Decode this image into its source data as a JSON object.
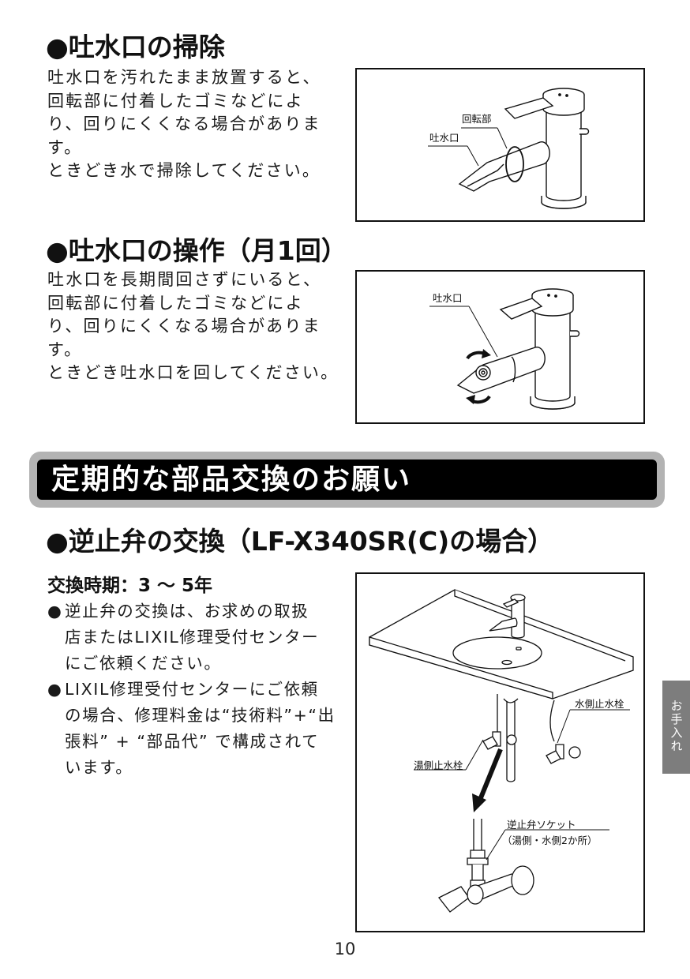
{
  "sections": [
    {
      "heading": "●吐水口の掃除",
      "body_lines": [
        "吐水口を汚れたまま放置すると、",
        "回転部に付着したゴミなどによ",
        "り、回りにくくなる場合がありま",
        "す。",
        "ときどき水で掃除してください。"
      ],
      "figure": {
        "labels": {
          "rotating_part": "回転部",
          "spout": "吐水口"
        }
      }
    },
    {
      "heading": "●吐水口の操作（月1回）",
      "body_lines": [
        "吐水口を長期間回さずにいると、",
        "回転部に付着したゴミなどによ",
        "り、回りにくくなる場合がありま",
        "す。",
        "ときどき吐水口を回してください。"
      ],
      "figure": {
        "labels": {
          "spout": "吐水口"
        }
      }
    }
  ],
  "section_bar": {
    "title": "定期的な部品交換のお願い"
  },
  "check_valve": {
    "heading": "●逆止弁の交換（LF-X340SR(C)の場合）",
    "interval": "交換時期：3 ～ 5年",
    "bullets": [
      {
        "mark": "●",
        "lines": [
          "逆止弁の交換は、お求めの取扱",
          "店またはLIXIL修理受付センター",
          "にご依頼ください。"
        ]
      },
      {
        "mark": "●",
        "lines": [
          "LIXIL修理受付センターにご依頼",
          "の場合、修理料金は“技術料”+“出",
          "張料” + “部品代” で構成されて",
          "います。"
        ]
      }
    ],
    "figure": {
      "labels": {
        "cold_stop_valve": "水側止水栓",
        "hot_stop_valve": "湯側止水栓",
        "socket": "逆止弁ソケット",
        "socket_note": "（湯側・水側2か所）"
      }
    }
  },
  "side_tab": {
    "label": "お手入れ"
  },
  "page_number": "10"
}
